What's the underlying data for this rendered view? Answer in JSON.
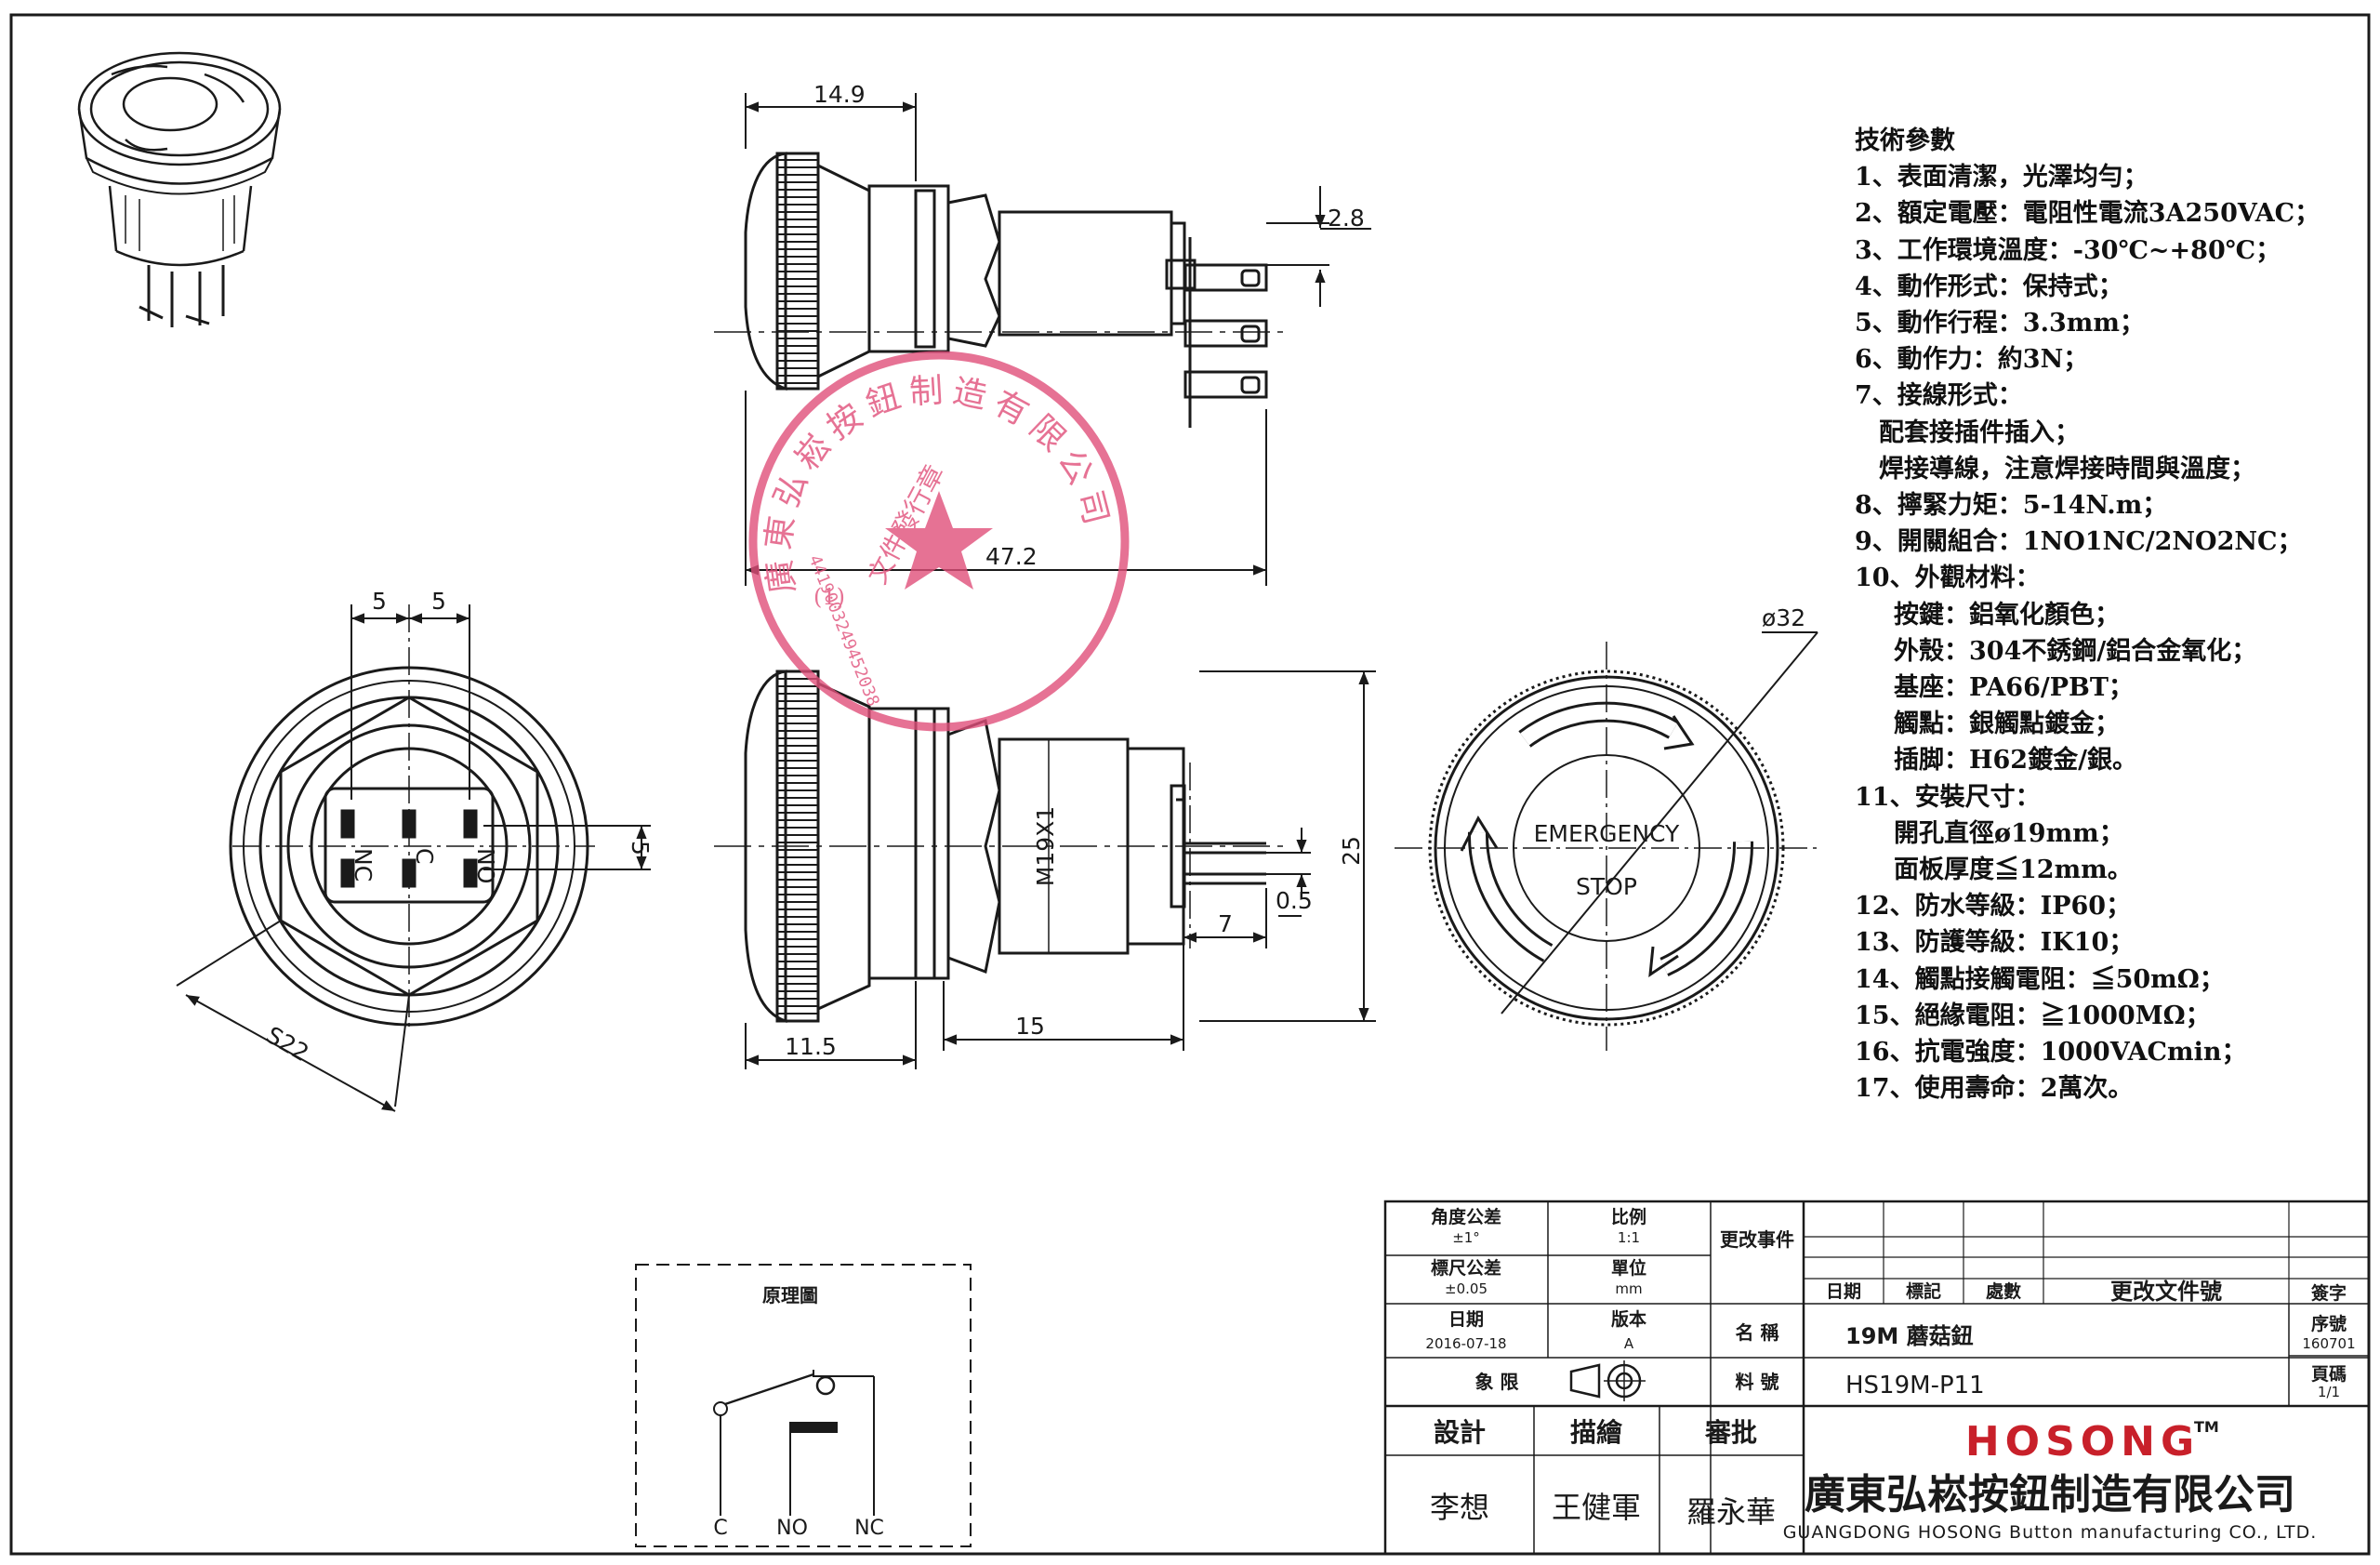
{
  "dimensions": {
    "d_14_9": "14.9",
    "d_2_8": "2.8",
    "d_47_2": "47.2",
    "d_25": "25",
    "d_0_5": "0.5",
    "d_7": "7",
    "d_15": "15",
    "d_11_5": "11.5",
    "d_5a": "5",
    "d_5b": "5",
    "d_5c": "5",
    "d_s22": "S22",
    "d_m19": "M19X1",
    "d_phi32": "ø32"
  },
  "terminals": {
    "nc": "NC",
    "c": "C",
    "no": "NO"
  },
  "button_face": {
    "line1": "EMERGENCY",
    "line2": "STOP"
  },
  "schematic": {
    "title": "原理圖",
    "c": "C",
    "no": "NO",
    "nc": "NC"
  },
  "specs": {
    "title": "技術參數",
    "lines": [
      "1、表面清潔，光澤均勻；",
      "2、額定電壓：電阻性電流3A250VAC；",
      "3、工作環境溫度：-30℃~+80℃；",
      "4、動作形式：保持式；",
      "5、動作行程：3.3mm；",
      "6、動作力：約3N；",
      "7、接線形式：",
      "配套接插件插入；",
      "焊接導線，注意焊接時間與溫度；",
      "8、擰緊力矩：5-14N.m；",
      "9、開關組合：1NO1NC/2NO2NC；",
      "10、外觀材料：",
      "按鍵：鋁氧化顏色；",
      "外殼：304不銹鋼/鋁合金氧化；",
      "基座：PA66/PBT；",
      "觸點：銀觸點鍍金；",
      "插脚：H62鍍金/銀。",
      "11、安裝尺寸：",
      "開孔直徑ø19mm；",
      "面板厚度≦12mm。",
      "12、防水等級：IP60；",
      "13、防護等級：IK10；",
      "14、觸點接觸電阻：≦50mΩ；",
      "15、絕緣電阻：≧1000MΩ；",
      "16、抗電強度：1000VACmin；",
      "17、使用壽命：2萬次。"
    ]
  },
  "title_block": {
    "angle_tol_label": "角度公差",
    "angle_tol": "±1°",
    "scale_label": "比例",
    "scale": "1:1",
    "size_tol_label": "標尺公差",
    "size_tol": "±0.05",
    "unit_label": "單位",
    "unit": "mm",
    "change_event_label": "更改事件",
    "date_label": "日期",
    "date": "2016-07-18",
    "version_label": "版本",
    "version": "A",
    "name_label": "名 稱",
    "name": "19M 蘑菇鈕",
    "projection_label": "象 限",
    "part_no_label": "料 號",
    "part_no": "HS19M-P11",
    "rev_date_label": "日期",
    "rev_mark_label": "標記",
    "rev_count_label": "處數",
    "rev_doc_label": "更改文件號",
    "rev_sign_label": "簽字",
    "serial_label": "序號",
    "serial": "160701",
    "page_label": "頁碼",
    "page": "1/1",
    "design_label": "設計",
    "drawn_label": "描繪",
    "review_label": "審批",
    "designer": "李想",
    "drafter": "王健軍",
    "reviewer": "羅永華",
    "brand": "HOSONG",
    "tm": "TM",
    "company_cn": "廣東弘崧按鈕制造有限公司",
    "company_en": "GUANGDONG HOSONG Button manufacturing CO., LTD."
  },
  "stamp": {
    "company": "廣東弘崧按鈕制造有限公司",
    "inner_line": "文件發行章",
    "number": "4419003249452038",
    "mark": "(1)"
  },
  "colors": {
    "line": "#1a1a1a",
    "stamp": "#e04f7a",
    "brand": "#c8202a"
  }
}
